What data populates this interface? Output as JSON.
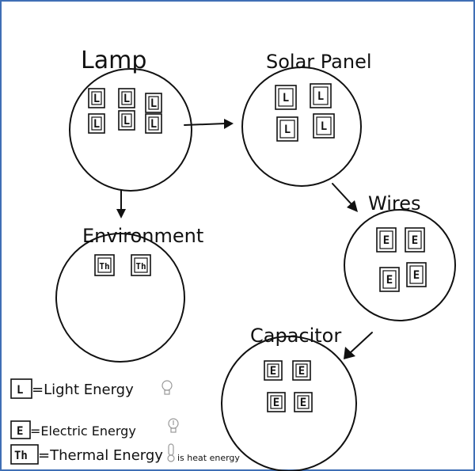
{
  "colors": {
    "frame": "#3f6fb5",
    "ink": "#111111",
    "icon": "#999999"
  },
  "nodes": [
    {
      "id": "lamp",
      "label": "Lamp",
      "badge": "L",
      "count": 6
    },
    {
      "id": "solar",
      "label": "Solar Panel",
      "badge": "L",
      "count": 4
    },
    {
      "id": "wires",
      "label": "Wires",
      "badge": "E",
      "count": 4
    },
    {
      "id": "environment",
      "label": "Environment",
      "badge": "Th",
      "count": 2
    },
    {
      "id": "capacitor",
      "label": "Capacitor",
      "badge": "E",
      "count": 4
    }
  ],
  "edges": [
    {
      "from": "lamp",
      "to": "solar"
    },
    {
      "from": "lamp",
      "to": "environment"
    },
    {
      "from": "solar",
      "to": "wires"
    },
    {
      "from": "wires",
      "to": "capacitor"
    }
  ],
  "legend": {
    "light": {
      "badge": "L",
      "text": "=Light Energy",
      "icon": "lightbulb-icon"
    },
    "electric": {
      "badge": "E",
      "text": "=Electric Energy",
      "icon": "lightbulb-icon"
    },
    "thermal": {
      "badge": "Th",
      "text": "=Thermal Energy",
      "note": "is heat energy",
      "icon": "thermometer-icon"
    }
  }
}
